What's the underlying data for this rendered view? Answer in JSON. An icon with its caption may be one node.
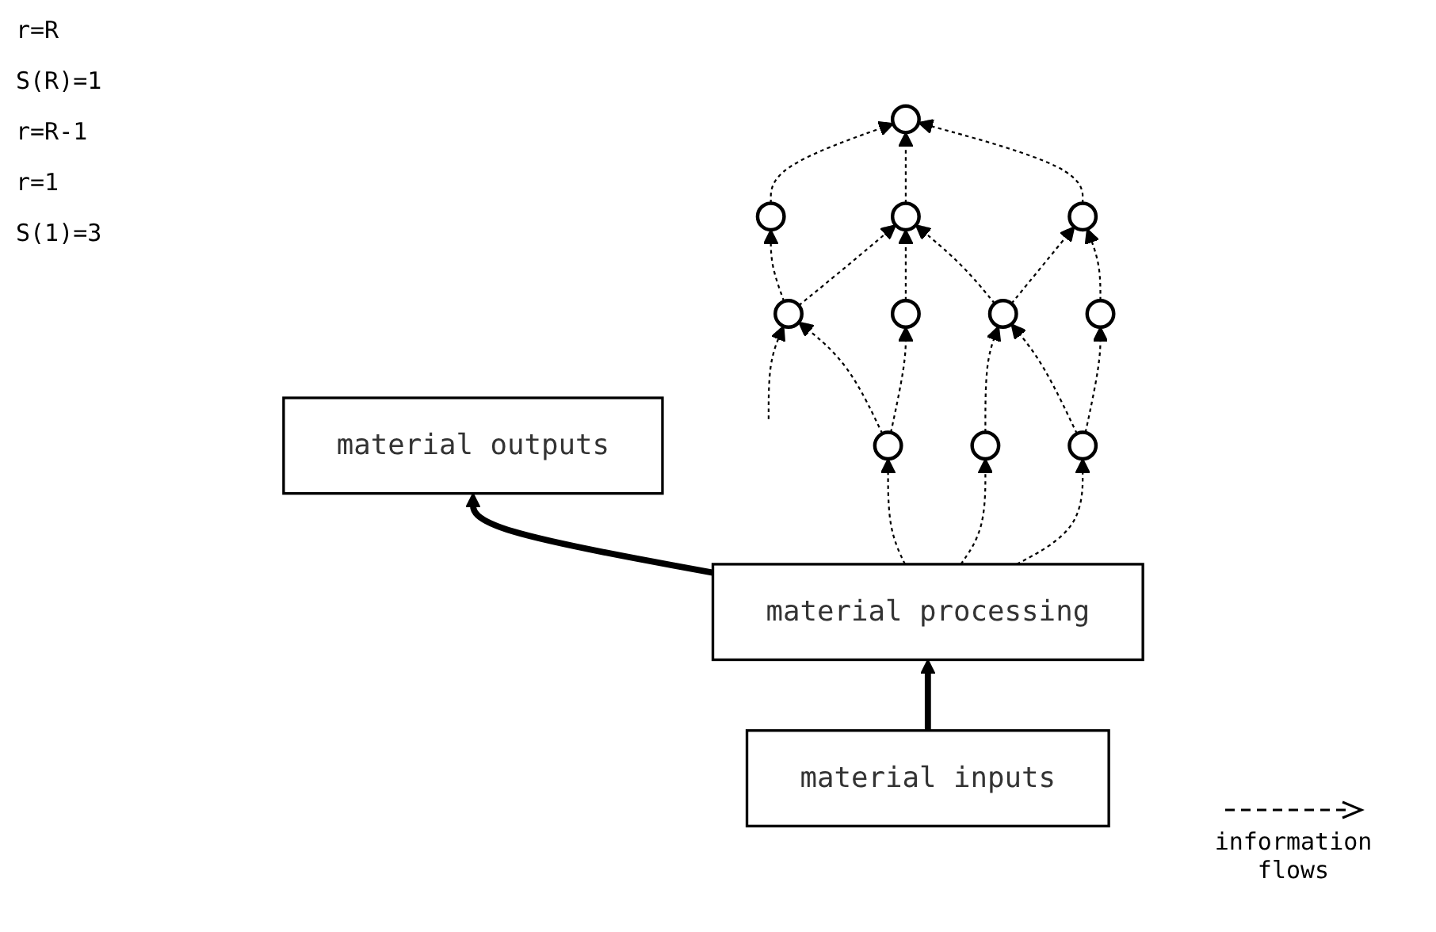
{
  "diagram": {
    "nodes": [
      {
        "text": [],
        "shape": "circle"
      },
      {
        "text": [],
        "shape": "circle"
      },
      {
        "text": [],
        "shape": "circle"
      },
      {
        "text": [],
        "shape": "circle"
      },
      {
        "text": [],
        "shape": "circle"
      },
      {
        "text": [],
        "shape": "circle"
      },
      {
        "text": [],
        "shape": "circle"
      },
      {
        "text": [],
        "shape": "circle"
      },
      {
        "text": [],
        "shape": "circle"
      },
      {
        "text": [],
        "shape": "circle"
      },
      {
        "text": [],
        "shape": "circle"
      },
      {
        "text": [
          "material processing"
        ]
      },
      {
        "text": [
          "material inputs"
        ]
      },
      {
        "text": [
          "material outputs"
        ]
      }
    ],
    "edges": [
      {
        "from": 11,
        "to": 8,
        "arrow": "to",
        "style": "dashed"
      },
      {
        "from": 11,
        "to": 9,
        "arrow": "to",
        "style": "dashed"
      },
      {
        "from": 11,
        "to": 10,
        "arrow": "to",
        "style": "dashed"
      },
      {
        "from": null,
        "to": 4,
        "arrow": "to",
        "style": "dashed"
      },
      {
        "from": 8,
        "to": 4,
        "arrow": "to",
        "style": "dashed"
      },
      {
        "from": 8,
        "to": 5,
        "arrow": "to",
        "style": "dashed"
      },
      {
        "from": 9,
        "to": 6,
        "arrow": "to",
        "style": "dashed"
      },
      {
        "from": 10,
        "to": 6,
        "arrow": "to",
        "style": "dashed"
      },
      {
        "from": 10,
        "to": 7,
        "arrow": "to",
        "style": "dashed"
      },
      {
        "from": 4,
        "to": 1,
        "arrow": "to",
        "style": "dashed"
      },
      {
        "from": 4,
        "to": 2,
        "arrow": "to",
        "style": "dashed"
      },
      {
        "from": 5,
        "to": 2,
        "arrow": "to",
        "style": "dashed"
      },
      {
        "from": 6,
        "to": 2,
        "arrow": "to",
        "style": "dashed"
      },
      {
        "from": 6,
        "to": 3,
        "arrow": "to",
        "style": "dashed"
      },
      {
        "from": 7,
        "to": 3,
        "arrow": "to",
        "style": "dashed"
      },
      {
        "from": 1,
        "to": 0,
        "arrow": "to",
        "style": "dashed"
      },
      {
        "from": 2,
        "to": 0,
        "arrow": "to",
        "style": "dashed"
      },
      {
        "from": 3,
        "to": 0,
        "arrow": "to",
        "style": "dashed"
      },
      {
        "from": 12,
        "to": 11,
        "arrow": "to",
        "style": "thick"
      },
      {
        "from": 11,
        "to": 13,
        "arrow": "to",
        "style": "thick"
      }
    ],
    "labels": [
      "r=R",
      "S(R)=1",
      "r=R-1",
      "r=1",
      "S(1)=3"
    ],
    "legend": [
      {
        "text": "information flows"
      }
    ]
  }
}
